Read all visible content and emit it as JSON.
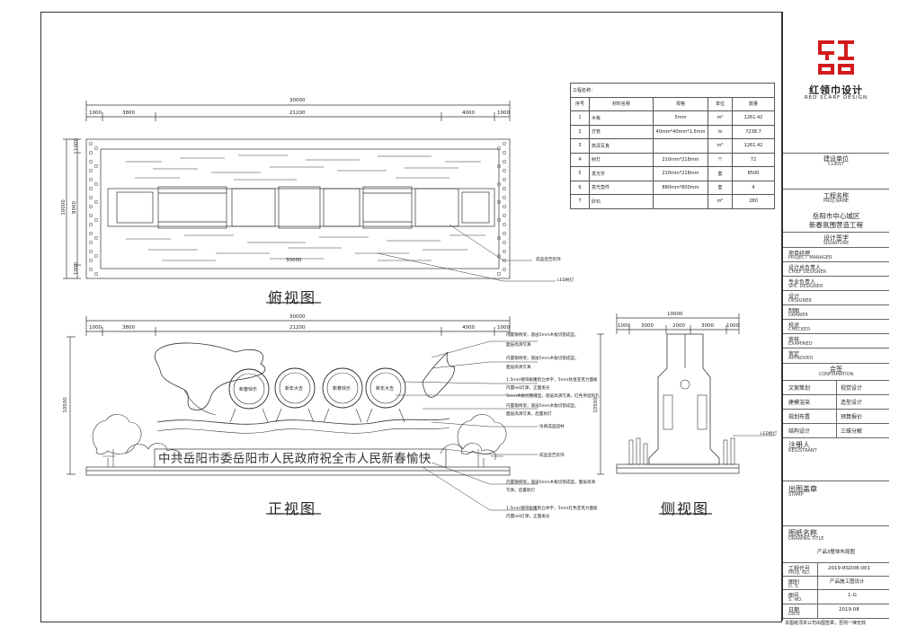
{
  "views": {
    "top": "俯视图",
    "front": "正视图",
    "side": "侧视图"
  },
  "dims": {
    "total": "30000",
    "seg1": "1000",
    "seg2": "3800",
    "seg3": "21200",
    "seg4": "4000",
    "seg5": "1000",
    "height_top": "10000",
    "height_top_inner": "8000",
    "height_top_a": "1000",
    "height_top_b": "1000",
    "height_front": "10500",
    "side_total": "10000",
    "side_1": "1000",
    "side_2": "3000",
    "side_3": "2000",
    "side_4": "3000",
    "side_5": "1000",
    "side_height": "10500"
  },
  "top_notes": [
    "成品壶吉装饰",
    "LED射灯"
  ],
  "front_notes": [
    "内置钢骨架，基层5mm木板切割成型，",
    "面层高清写真",
    "内置钢骨架，基层5mm木板切割成型，",
    "面层高清写真",
    "1.5mm镀锌板雕刻立体字，5mm钛金亚克力面板",
    "内置led灯源，正面发光",
    "5mm木板切割成型，底层高清写真，红色吊挂钩孔",
    "内置钢骨架，基层5mm木板切割成型，",
    "面层高清写真，后置射灯",
    "仿真成品园林",
    "成品壶吉装饰",
    "内置钢骨架，基层5mm木板切割成型，面层高清",
    "写真，后置射灯",
    "1.5mm镀锌板雕刻立体字，5mm红色亚克力面板",
    "内置led灯源，正面发光"
  ],
  "side_note": "LED射灯",
  "slogan": "中共岳阳市委岳阳市人民政府祝全市人民新春愉快",
  "drums": [
    "新春快乐",
    "新年大吉",
    "新春快乐",
    "新年大吉"
  ],
  "material_table": {
    "project_label": "工程名称：",
    "headers": [
      "序号",
      "材料名称",
      "规格",
      "单位",
      "数量"
    ],
    "rows": [
      [
        "1",
        "木板",
        "5mm",
        "m²",
        "1261.42"
      ],
      [
        "2",
        "方管",
        "40mm*40mm*1.5mm",
        "m",
        "7238.7"
      ],
      [
        "3",
        "高清写真",
        "",
        "m²",
        "1261.42"
      ],
      [
        "4",
        "射灯",
        "210mm*218mm",
        "个",
        "72"
      ],
      [
        "5",
        "发光字",
        "210mm*218mm",
        "套",
        "8500"
      ],
      [
        "6",
        "变光壶件",
        "880mm*800mm",
        "套",
        "4"
      ],
      [
        "7",
        "砂石",
        "",
        "m²",
        "280"
      ]
    ]
  },
  "title_block": {
    "logo_name": "红领巾设计",
    "logo_en": "RED SCARF DESIGN",
    "client_cn": "建设单位",
    "client_en": "CLIENT",
    "proj_cn": "工程名称",
    "proj_en": "PROJ.NAME",
    "proj_value_1": "岳阳市中心城区",
    "proj_value_2": "新春氛围营造工程",
    "sign_cn": "设计签字",
    "sign_en": "SIGNATURE",
    "pm_cn": "项目经理",
    "pm_en": "PROJECT MANAGER",
    "chief_cn": "设计总负责人",
    "chief_en": "CHIEF DESIGNER",
    "spe_cn": "专业负责人",
    "spe_en": "SPE. DESIGNER",
    "designer_cn": "设计",
    "designer_en": "DESIGNER",
    "drawn_cn": "制图",
    "drawn_en": "DRAWER",
    "checked_cn": "校对",
    "checked_en": "CHECKED",
    "exam_cn": "审核",
    "exam_en": "EXAMINED",
    "appr_cn": "审定",
    "appr_en": "APPROVED",
    "conf_cn": "会签",
    "conf_en": "CONFIRMATION",
    "conf_rows": [
      [
        "文案策划",
        "视觉设计"
      ],
      [
        "建模渲染",
        "造型设计"
      ],
      [
        "规划布置",
        "预算报价"
      ],
      [
        "结构设计",
        "三维分解"
      ]
    ],
    "reg_cn": "注册人",
    "reg_en": "REGISTRANT",
    "stamp_cn": "出图盖章",
    "stamp_en": "STAMP",
    "dtitle_cn": "图纸名称",
    "dtitle_en": "DRAWING TITLE",
    "dtitle_value": "产品3整体布局图",
    "projno_cn": "工程代号",
    "projno_en": "PROJ. NO.",
    "projno_value": "2019-RSD08-001",
    "dno_cn": "图别",
    "dno_en": "D. S.",
    "dno_value": "产品施工图设计",
    "sno_cn": "图号",
    "sno_en": "S. NO.",
    "sno_value": "1-G",
    "date_cn": "日期",
    "date_en": "DATE",
    "date_value": "2019.08",
    "footer": "本图纸须本公司出图签章，否则一律无效"
  }
}
